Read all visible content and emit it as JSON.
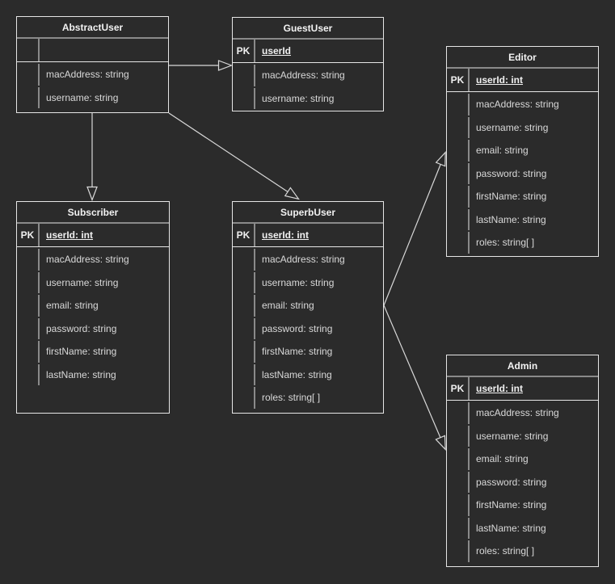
{
  "diagram": {
    "background_color": "#2b2b2b",
    "border_color": "#e6e6e6",
    "divider_color": "#8a8a8a",
    "line_color": "#d9d9d9",
    "entities": [
      {
        "id": "abstract-user",
        "name": "AbstractUser",
        "pk_label": "",
        "pk_value": "",
        "attributes": [
          "macAddress: string",
          "username: string"
        ]
      },
      {
        "id": "guest-user",
        "name": "GuestUser",
        "pk_label": "PK",
        "pk_value": "userId",
        "attributes": [
          "macAddress: string",
          "username: string"
        ]
      },
      {
        "id": "editor",
        "name": "Editor",
        "pk_label": "PK",
        "pk_value": "userId: int",
        "attributes": [
          "macAddress: string",
          "username: string",
          "email: string",
          "password: string",
          "firstName: string",
          "lastName: string",
          "roles: string[ ]"
        ]
      },
      {
        "id": "subscriber",
        "name": "Subscriber",
        "pk_label": "PK",
        "pk_value": "userId: int",
        "attributes": [
          "macAddress: string",
          "username: string",
          "email: string",
          "password: string",
          "firstName: string",
          "lastName: string"
        ]
      },
      {
        "id": "superb-user",
        "name": "SuperbUser",
        "pk_label": "PK",
        "pk_value": "userId: int",
        "attributes": [
          "macAddress: string",
          "username: string",
          "email: string",
          "password: string",
          "firstName: string",
          "lastName: string",
          "roles: string[ ]"
        ]
      },
      {
        "id": "admin",
        "name": "Admin",
        "pk_label": "PK",
        "pk_value": "userId: int",
        "attributes": [
          "macAddress: string",
          "username: string",
          "email: string",
          "password: string",
          "firstName: string",
          "lastName: string",
          "roles: string[ ]"
        ]
      }
    ],
    "connections": [
      {
        "from": "abstract-user",
        "to": "guest-user",
        "type": "inheritance-hollow-triangle"
      },
      {
        "from": "abstract-user",
        "to": "subscriber",
        "type": "inheritance-hollow-triangle"
      },
      {
        "from": "abstract-user",
        "to": "superb-user",
        "type": "inheritance-hollow-triangle"
      },
      {
        "from": "superb-user",
        "to": "editor",
        "type": "inheritance-hollow-triangle"
      },
      {
        "from": "superb-user",
        "to": "admin",
        "type": "inheritance-hollow-triangle"
      }
    ]
  }
}
